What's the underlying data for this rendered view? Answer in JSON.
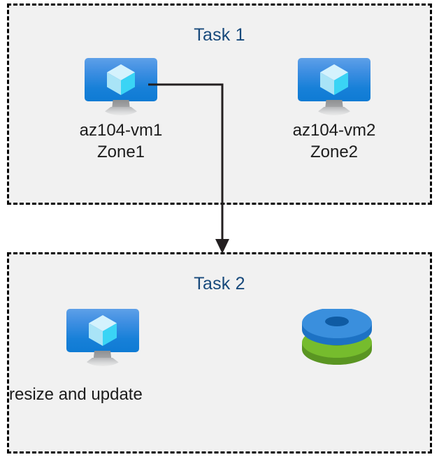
{
  "diagram": {
    "background_color": "#ffffff",
    "box_fill_color": "#f1f1f1",
    "box_border_color": "#000000",
    "title_color": "#17497b",
    "label_color": "#1c1c1c",
    "connector_color": "#231f20"
  },
  "task1": {
    "title": "Task 1",
    "nodes": [
      {
        "icon": "virtual-machine-icon",
        "label": "az104-vm1\nZone1",
        "name": "az104-vm1",
        "zone": "Zone1"
      },
      {
        "icon": "virtual-machine-icon",
        "label": "az104-vm2\nZone2",
        "name": "az104-vm2",
        "zone": "Zone2"
      }
    ]
  },
  "task2": {
    "title": "Task 2",
    "icons": [
      {
        "icon": "virtual-machine-icon"
      },
      {
        "icon": "managed-disks-icon"
      }
    ],
    "label": "resize and update"
  },
  "colors": {
    "vm_screen_top": "#5ea0e8",
    "vm_screen_bottom": "#0f7bd4",
    "cube_top": "#c8eefc",
    "cube_left": "#a5e3f7",
    "cube_right": "#32d3f5",
    "disk_blue_top": "#3a8fdd",
    "disk_blue_side": "#1d72c4",
    "disk_blue_hole": "#0f5ba3",
    "disk_green_top": "#76bc2d",
    "disk_green_side": "#5a9522",
    "disk_green_hole": "#5f9f25",
    "stand_gray": "#a9aaac"
  }
}
